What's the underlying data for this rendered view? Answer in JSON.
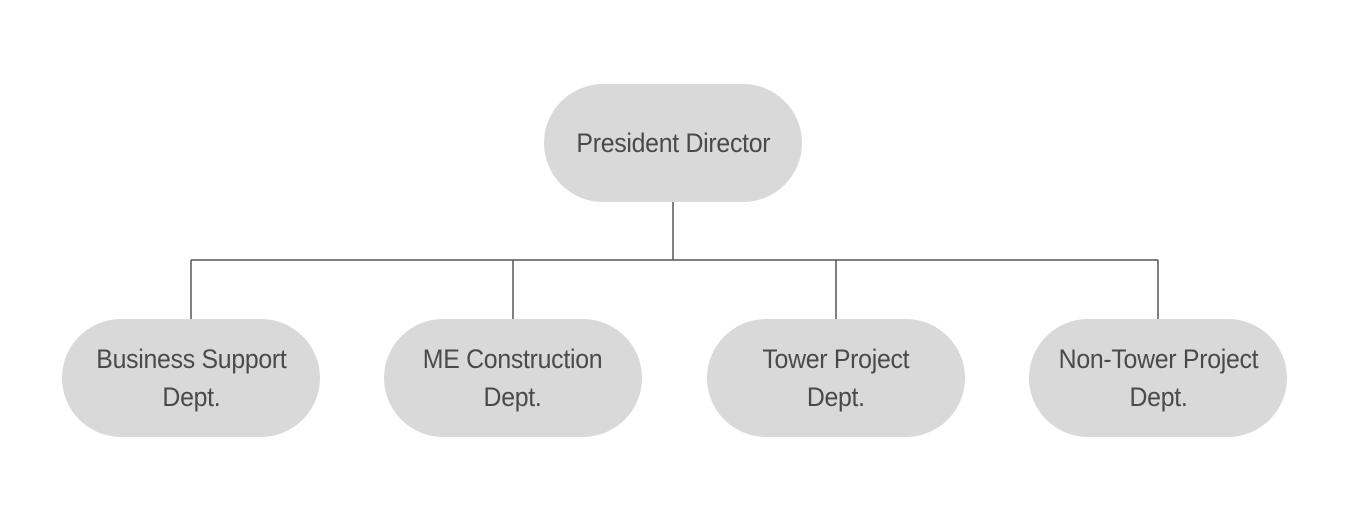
{
  "org_chart": {
    "root": {
      "label": "President Director"
    },
    "departments": [
      {
        "label": "Business Support\nDept."
      },
      {
        "label": "ME Construction\nDept."
      },
      {
        "label": "Tower Project\nDept."
      },
      {
        "label": "Non-Tower Project\nDept."
      }
    ]
  },
  "colors": {
    "node_fill": "#d9d9d9",
    "node_text": "#4a4a4a",
    "connector": "#555555",
    "background": "#ffffff"
  }
}
